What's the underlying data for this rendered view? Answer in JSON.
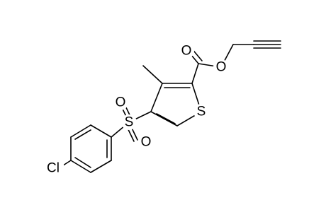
{
  "molecule": {
    "atoms": [
      {
        "id": "O_carbonyl",
        "label": "O"
      },
      {
        "id": "O_ester",
        "label": "O"
      },
      {
        "id": "S_ring",
        "label": "S"
      },
      {
        "id": "S_sulfonyl",
        "label": "S"
      },
      {
        "id": "O_sulfonyl_top",
        "label": "O"
      },
      {
        "id": "O_sulfonyl_bottom",
        "label": "O"
      },
      {
        "id": "Cl",
        "label": "Cl"
      }
    ]
  }
}
